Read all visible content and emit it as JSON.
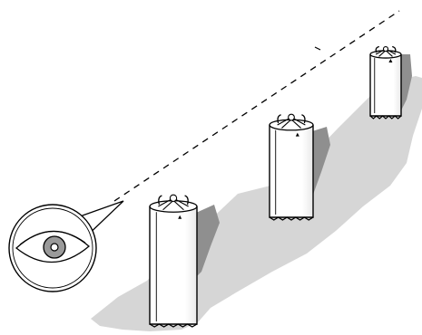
{
  "colors": {
    "background": "#ffffff",
    "shadow": "#d6d6d6",
    "shadow_dark": "#8f8f8f",
    "line": "#000000",
    "post_fill": "#ffffff",
    "iris": "#9a9a9a",
    "callout_fill": "#e6e6e6"
  },
  "icons": {
    "viewer": "eye-icon",
    "post": "bollard-post"
  },
  "illustration": {
    "posts": [
      {
        "name": "near-post"
      },
      {
        "name": "middle-post"
      },
      {
        "name": "far-post"
      }
    ],
    "sightline": {
      "style": "dashed"
    }
  }
}
